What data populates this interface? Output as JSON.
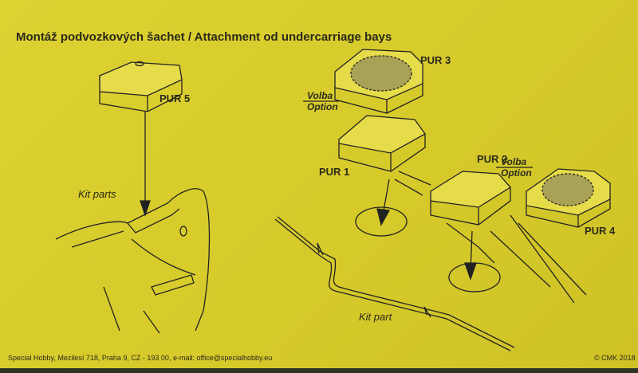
{
  "title": "Montáž podvozkových šachet / Attachment od undercarriage bays",
  "parts": {
    "pur5": "PUR 5",
    "pur3": "PUR 3",
    "pur1": "PUR 1",
    "pur2": "PUR 2",
    "pur4": "PUR 4"
  },
  "option_left": {
    "cz": "Volba",
    "en": "Option"
  },
  "option_right": {
    "cz": "Volba",
    "en": "Option"
  },
  "kit_parts_label": "Kit parts",
  "kit_part_label": "Kit part",
  "footer": {
    "address": "Special Hobby, Mezilesí 718, Praha 9, CZ - 193 00, e-mail: office@specialhobby.eu",
    "copyright": "© CMK 2018"
  }
}
